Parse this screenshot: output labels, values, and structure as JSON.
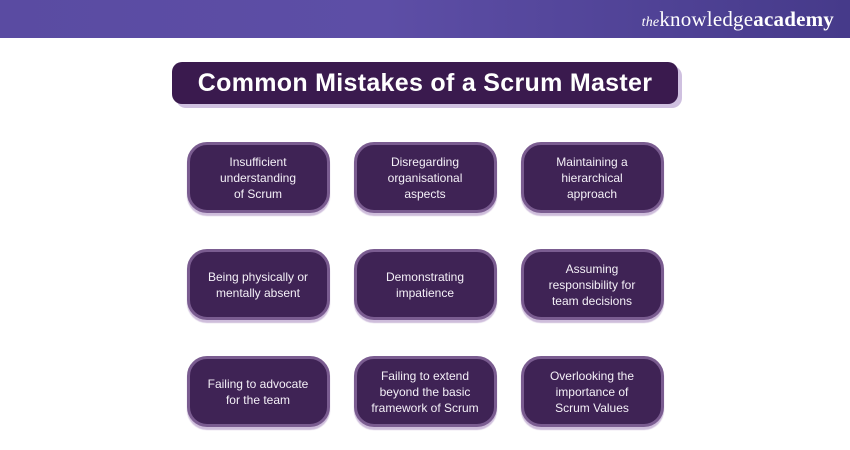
{
  "header": {
    "logo": {
      "the": "the",
      "knowledge": "knowledge",
      "academy": "academy"
    },
    "bar_color_left": "#5a4ba2",
    "bar_color_right": "#463a8a"
  },
  "title": {
    "text": "Common Mistakes of a Scrum Master",
    "bg_color": "#3a1a4e",
    "shadow_color": "#cfc0e0"
  },
  "cards": [
    {
      "text": "Insufficient\nunderstanding\nof Scrum"
    },
    {
      "text": "Disregarding\norganisational\naspects"
    },
    {
      "text": "Maintaining a\nhierarchical\napproach"
    },
    {
      "text": "Being physically or\nmentally absent"
    },
    {
      "text": "Demonstrating\nimpatience"
    },
    {
      "text": "Assuming\nresponsibility for\nteam decisions"
    },
    {
      "text": "Failing to advocate\nfor the team"
    },
    {
      "text": "Failing to extend\nbeyond the basic\nframework of Scrum"
    },
    {
      "text": "Overlooking the\nimportance of\nScrum Values"
    }
  ],
  "colors": {
    "card_bg": "#3f2355",
    "card_border": "#7a5c90",
    "card_text": "#f4f0f7",
    "title_text": "#ffffff"
  }
}
